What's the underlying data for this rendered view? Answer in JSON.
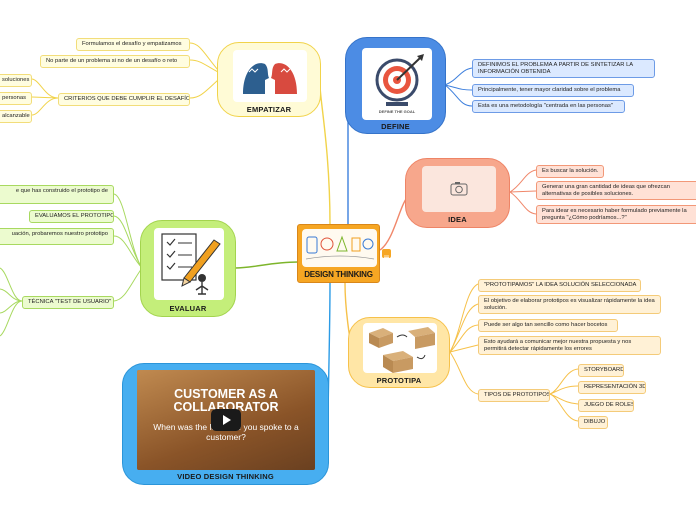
{
  "center": {
    "title": "DESIGN THINKING",
    "menu_icon": "menu-lines-icon"
  },
  "empatizar": {
    "title": "EMPATIZAR",
    "image_icon": "two-heads-empathy-icon",
    "items": [
      "Formulamos el desafío y empatizamos",
      "No parte de un problema si no de un desafío o reto"
    ],
    "criterios": {
      "label": "CRITERIOS QUE DEBE CUMPLIR EL DESAFÍO",
      "items": [
        "soluciones",
        "personas",
        "alcanzable"
      ]
    }
  },
  "define": {
    "title": "DEFINE",
    "image_icon": "target-arrow-icon",
    "image_caption": "DEFINE THE GOAL",
    "items": [
      "DEFINIMOS EL PROBLEMA A PARTIR DE SINTETIZAR LA INFORMACIÓN OBTENIDA",
      "Principalmente, tener mayor claridad sobre el problema",
      "Esta es una metodología \"centrada en las personas\""
    ]
  },
  "idea": {
    "title": "IDEA",
    "image_icon": "camera-icon",
    "items": [
      "Es buscar la solución.",
      "Generar una gran cantidad de ideas que ofrezcan alternativas de posibles soluciones.",
      "Para idear es necesario haber formulado previamente la pregunta \"¿Cómo podríamos...?\""
    ]
  },
  "prototipa": {
    "title": "PROTOTIPA",
    "image_icon": "cardboard-prototype-icon",
    "items": [
      "\"PROTOTIPAMOS\" LA IDEA SOLUCIÓN   SELECCIONADA",
      "El objetivo de elaborar prototipos es visualizar rápidamente la idea solución.",
      "Puede ser algo tan sencillo como hacer bocetos",
      "Esto ayudará a comunicar mejor nuestra propuesta y nos permitirá detectar rápidamente los errores"
    ],
    "tipos": {
      "label": "TIPOS DE PROTOTIPOS",
      "items": [
        "STORYBOARD",
        "REPRESENTACIÓN 3D",
        "JUEGO DE ROLES",
        "DIBUJO"
      ]
    }
  },
  "evaluar": {
    "title": "EVALUAR",
    "image_icon": "checklist-pencil-icon",
    "items": [
      "e que has construido el prototipo de",
      "EVALUAMOS EL PROTOTIPO",
      "uación, probaremos nuestro prototipo"
    ],
    "tecnica": {
      "label": "TÉCNICA \"TEST DE USUARIO\""
    }
  },
  "video": {
    "title": "VIDEO DESIGN THINKING",
    "thumb_title": "CUSTOMER AS A COLLABORATOR",
    "thumb_subtitle": "When was the last time you spoke to a customer?",
    "play_icon": "play-icon"
  },
  "colors": {
    "center": "#f6a623",
    "empatizar": "#fffbd6",
    "define": "#4c8ce4",
    "idea": "#f7a78c",
    "prototipa": "#ffe6a6",
    "evaluar": "#c4ee7a",
    "video": "#47aef0"
  }
}
